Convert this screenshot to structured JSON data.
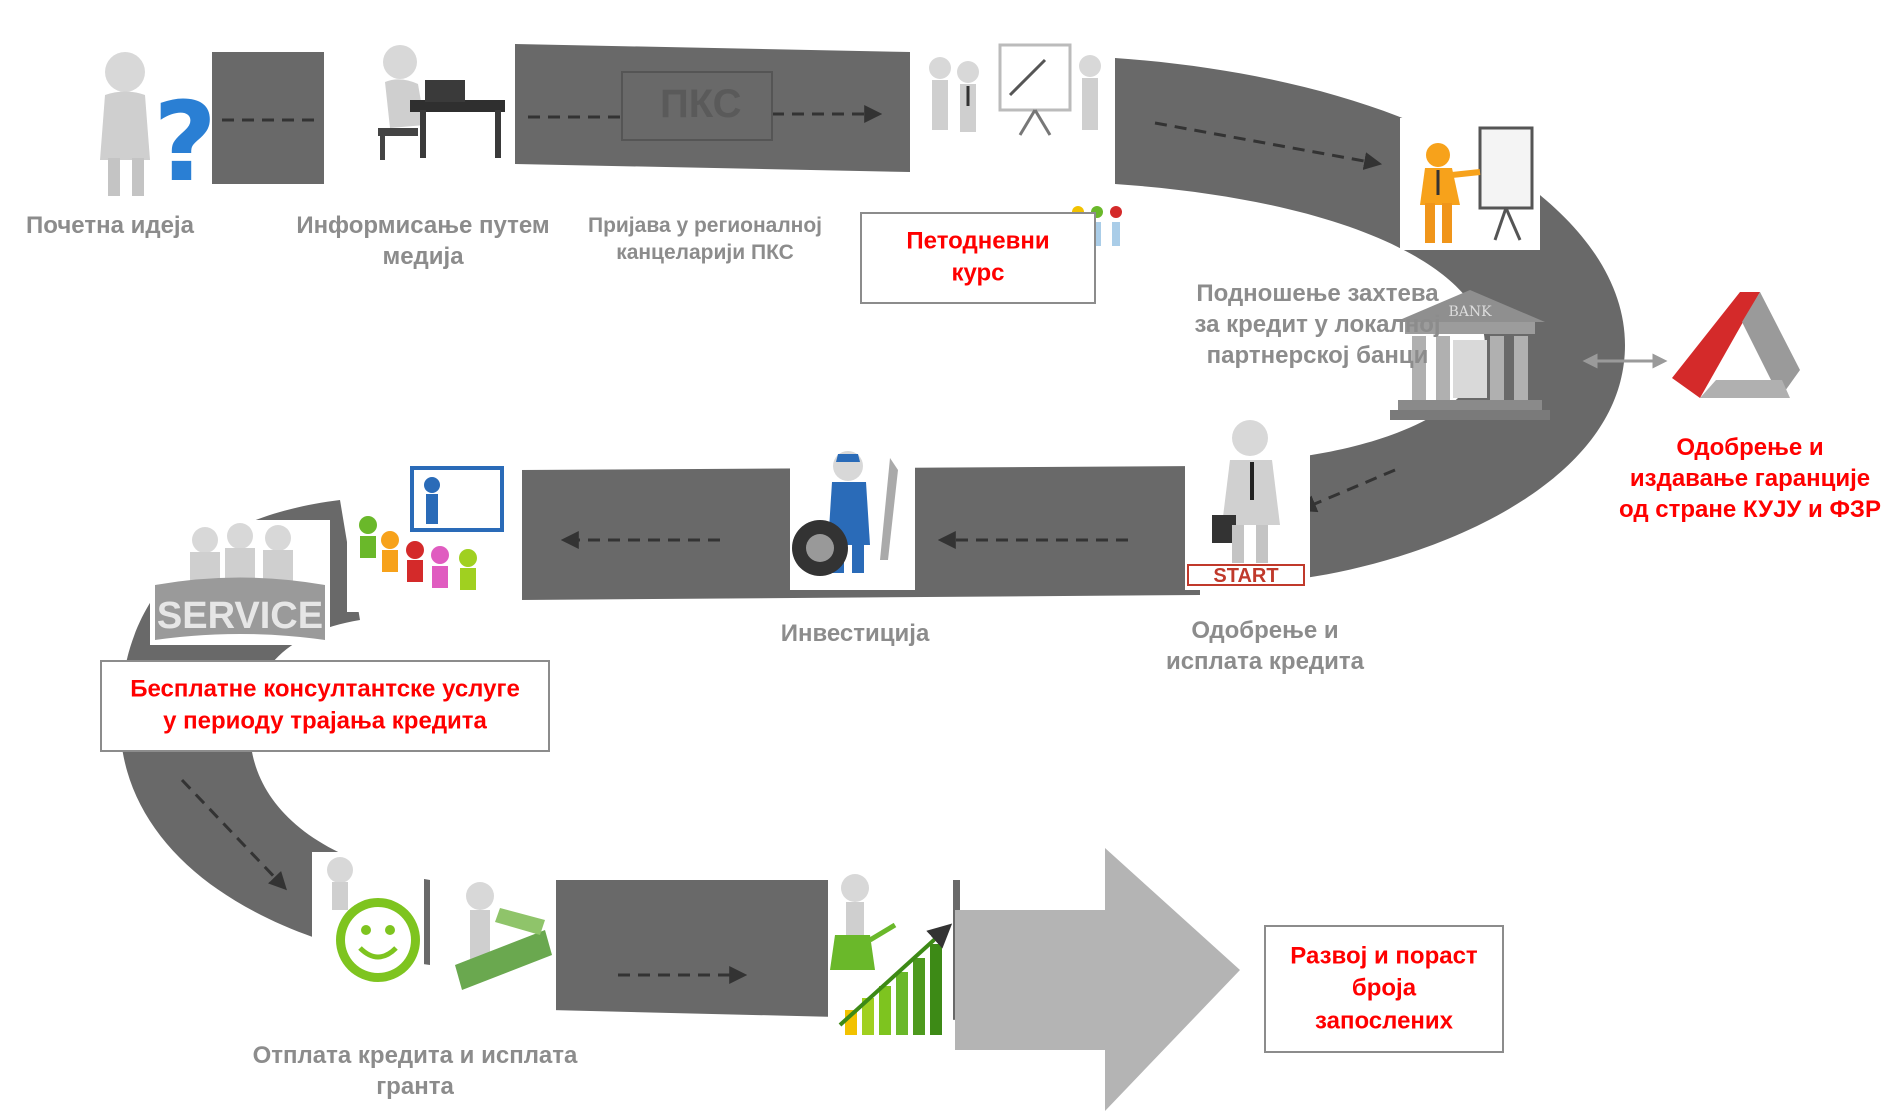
{
  "steps": {
    "idea": "Почетна идеја",
    "media_line1": "Информисање путем",
    "media_line2": "медија",
    "pks_line1": "Пријава у регионалној",
    "pks_line2": "канцеларији ПКС",
    "course_line1": "Петодневни",
    "course_line2": "курс",
    "application_line1": "Подношење захтева",
    "application_line2": "за кредит у локалној",
    "application_line3": "партнерској банци",
    "guarantee_line1": "Одобрење и",
    "guarantee_line2": "издавање  гаранције",
    "guarantee_line3": "од стране КУЈУ и ФЗР",
    "disbursement_line1": "Одобрење и",
    "disbursement_line2": "исплата кредита",
    "investment": "Инвестиција",
    "consulting_line1": "Бесплатне консултантске услуге",
    "consulting_line2": "у периоду трајања кредита",
    "repayment_line1": "Отплата кредита и исплата",
    "repayment_line2": "гранта",
    "growth_line1": "Развој и пораст",
    "growth_line2": "броја",
    "growth_line3": "запослених"
  },
  "road_sign": "ПКС",
  "icon_labels": {
    "start_sign": "START",
    "bank_sign": "BANK",
    "service_sign": "SERVICE"
  },
  "colors": {
    "road": "#696969",
    "road_dark": "#5a5a5a",
    "final_arrow": "#b4b4b4",
    "label_gray": "#8c8c8c",
    "highlight_red": "#ff0000",
    "logo_red": "#d42a2a"
  },
  "icons": [
    "thinking-person-question-icon",
    "person-at-desk-icon",
    "presentation-group-icon",
    "presenter-board-icon",
    "bank-building-icon",
    "guarantee-fund-logo-icon",
    "businessman-start-icon",
    "mechanic-tire-icon",
    "classroom-training-icon",
    "service-desk-icon",
    "smiley-person-icon",
    "money-roll-icon",
    "watering-growth-chart-icon"
  ]
}
